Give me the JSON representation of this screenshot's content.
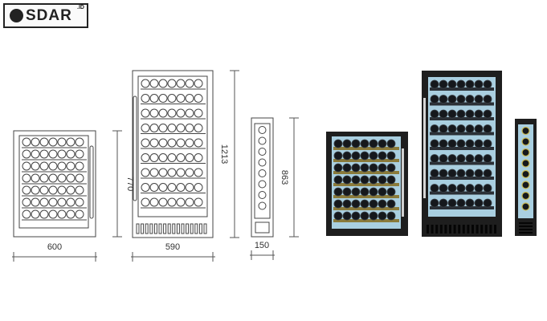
{
  "brand": {
    "logo_text": "SDAR",
    "logo_suffix": ".ID",
    "mark_icon": "circle-logo-icon"
  },
  "dimensions": {
    "small_width": "600",
    "small_height": "770",
    "large_width": "590",
    "large_height": "1213",
    "slim_width": "150",
    "slim_height": "863"
  },
  "colors": {
    "line": "#444444",
    "cabinet_dark": "#1e1e1e",
    "glass_blue": "#a9cfe0",
    "shelf_wood": "#8a7a3a",
    "bottle_dark": "#15181c"
  }
}
